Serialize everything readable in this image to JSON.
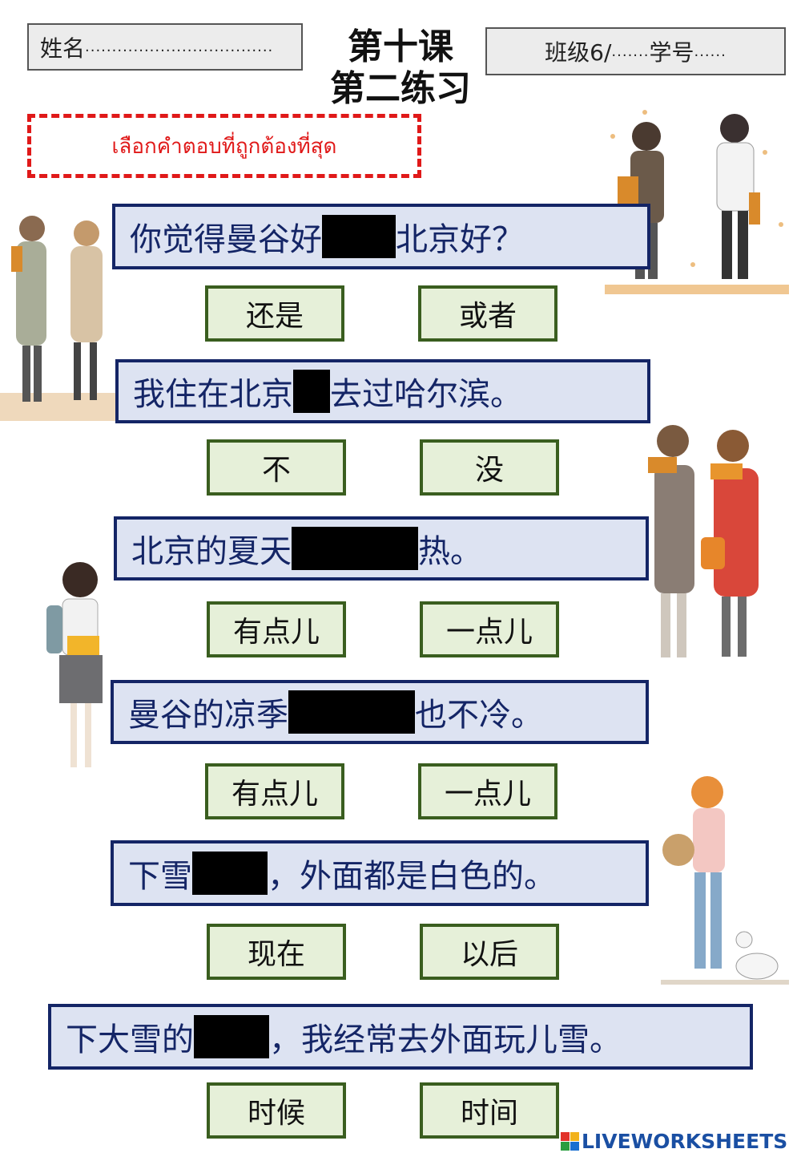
{
  "header": {
    "name_label": "姓名",
    "name_dots": "...................................",
    "class_label": "班级6/",
    "class_dots": ".......",
    "number_label": "学号",
    "number_dots": "......",
    "title_line1": "第十课",
    "title_line2": "第二练习"
  },
  "instruction": "เลือกคำตอบที่ถูกต้องที่สุด",
  "questions": [
    {
      "before": "你觉得曼谷好",
      "after": "北京好？",
      "options": [
        "还是",
        "或者"
      ]
    },
    {
      "before": "我住在北京",
      "after": "去过哈尔滨。",
      "options": [
        "不",
        "没"
      ]
    },
    {
      "before": "北京的夏天",
      "after": "热。",
      "options": [
        "有点儿",
        "一点儿"
      ]
    },
    {
      "before": "曼谷的凉季",
      "after": "也不冷。",
      "options": [
        "有点儿",
        "一点儿"
      ]
    },
    {
      "before": "下雪",
      "after": "，外面都是白色的。",
      "options": [
        "现在",
        "以后"
      ]
    },
    {
      "before": "下大雪的",
      "after": "，我经常去外面玩儿雪。",
      "options": [
        "时候",
        "时间"
      ]
    }
  ],
  "footer": {
    "brand": "LIVEWORKSHEETS"
  },
  "colors": {
    "question_bg": "#dde3f2",
    "question_border": "#142566",
    "option_bg": "#e6f0d9",
    "option_border": "#3a5e1f",
    "instruction_red": "#e01919"
  }
}
